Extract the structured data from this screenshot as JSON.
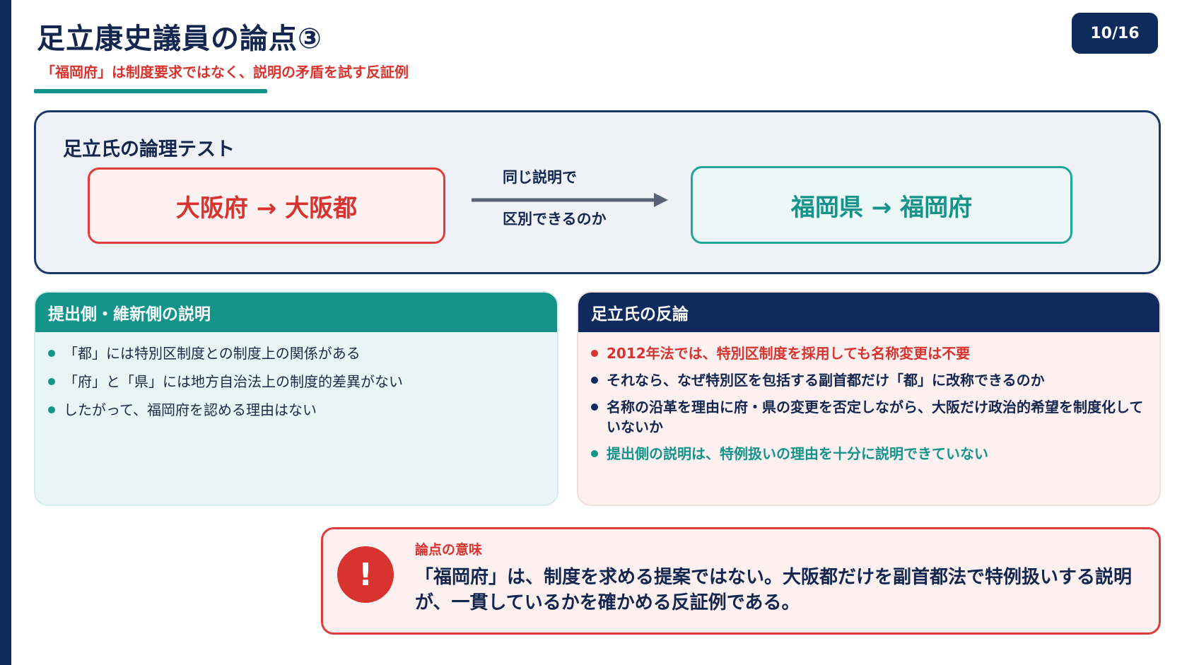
{
  "header": {
    "title": "足立康史議員の論点③",
    "subtitle": "「福岡府」は制度要求ではなく、説明の矛盾を試す反証例",
    "page_number": "10/16"
  },
  "logic_test": {
    "heading": "足立氏の論理テスト",
    "left_box": "大阪府 → 大阪都",
    "arrow_top": "同じ説明で",
    "arrow_bottom": "区別できるのか",
    "right_box": "福岡県 → 福岡府"
  },
  "proposer_card": {
    "heading": "提出側・維新側の説明",
    "items": [
      "「都」には特別区制度との制度上の関係がある",
      "「府」と「県」には地方自治法上の制度的差異がない",
      "したがって、福岡府を認める理由はない"
    ]
  },
  "rebuttal_card": {
    "heading": "足立氏の反論",
    "items": [
      "2012年法では、特別区制度を採用しても名称変更は不要",
      "それなら、なぜ特別区を包括する副首都だけ「都」に改称できるのか",
      "名称の沿革を理由に府・県の変更を否定しながら、大阪だけ政治的希望を制度化していないか",
      "提出側の説明は、特例扱いの理由を十分に説明できていない"
    ]
  },
  "meaning": {
    "icon": "exclamation-icon",
    "icon_glyph": "!",
    "label": "論点の意味",
    "text": "「福岡府」は、制度を求める提案ではない。大阪都だけを副首都法で特例扱いする説明が、一貫しているかを確かめる反証例である。"
  },
  "colors": {
    "navy": "#0f2a5c",
    "teal": "#13938a",
    "red": "#d8332e"
  }
}
